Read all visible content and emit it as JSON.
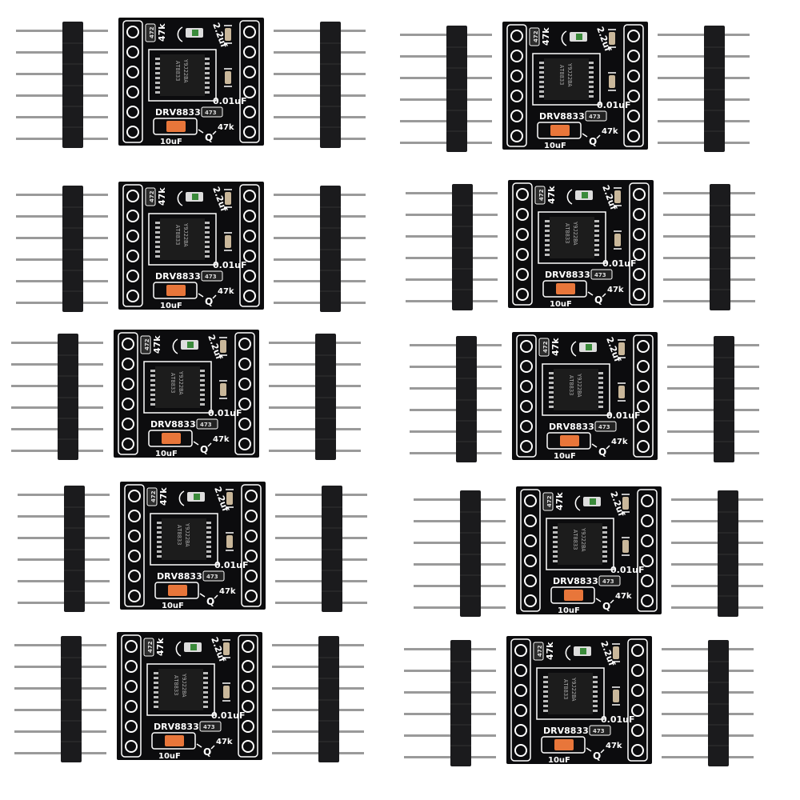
{
  "image": {
    "background": "#ffffff",
    "module_count": 10,
    "board_color": "#0c0c0e",
    "silkscreen_color": "#ffffff",
    "header_plastic_color": "#1b1b1d",
    "header_pin_color": "#9a9a9a",
    "fuse_color": "#e8763a"
  },
  "module": {
    "board_name": "DRV8833",
    "chip_line1": "AT8833",
    "chip_line2": "Y9J22BA",
    "resistor_top": "47k",
    "resistor_bottom": "47k",
    "cap_top": "2.2uf",
    "cap_mid": "0.01uF",
    "cap_bottom": "10uF",
    "resistor_code_top": "472",
    "resistor_code_bottom": "473",
    "mark_q": "Q"
  }
}
